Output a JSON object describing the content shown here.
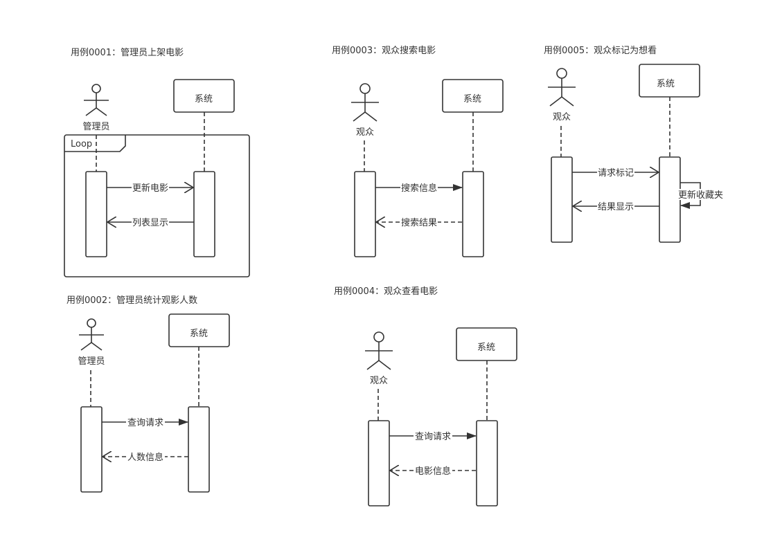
{
  "diagrams": [
    {
      "title": "用例0001：管理员上架电影",
      "actor": "管理员",
      "system": "系统",
      "loop": "Loop",
      "messages": [
        "更新电影",
        "列表显示"
      ]
    },
    {
      "title": "用例0002：管理员统计观影人数",
      "actor": "管理员",
      "system": "系统",
      "messages": [
        "查询请求",
        "人数信息"
      ]
    },
    {
      "title": "用例0003：观众搜索电影",
      "actor": "观众",
      "system": "系统",
      "messages": [
        "搜索信息",
        "搜索结果"
      ]
    },
    {
      "title": "用例0004：观众查看电影",
      "actor": "观众",
      "system": "系统",
      "messages": [
        "查询请求",
        "电影信息"
      ]
    },
    {
      "title": "用例0005：观众标记为想看",
      "actor": "观众",
      "system": "系统",
      "messages": [
        "请求标记",
        "结果显示"
      ],
      "self_message": "更新收藏夹"
    }
  ]
}
